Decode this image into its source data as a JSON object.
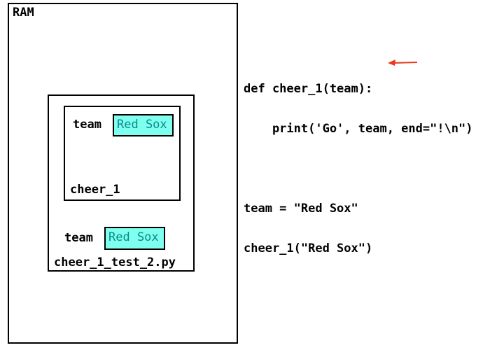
{
  "colors": {
    "value_text": "#0a8a8a",
    "value_bg": "#7fffee",
    "arrow": "#e8391e"
  },
  "ram": {
    "label": "RAM"
  },
  "module_frame": {
    "label": "cheer_1_test_2.py",
    "variable": {
      "name": "team",
      "value": "Red Sox"
    }
  },
  "function_frame": {
    "label": "cheer_1",
    "variable": {
      "name": "team",
      "value": "Red Sox"
    }
  },
  "code": {
    "lines": [
      "def cheer_1(team):",
      "    print('Go', team, end=\"!\\n\")",
      "",
      "team = \"Red Sox\"",
      "cheer_1(\"Red Sox\")"
    ],
    "current_line_pointer": "arrow"
  }
}
